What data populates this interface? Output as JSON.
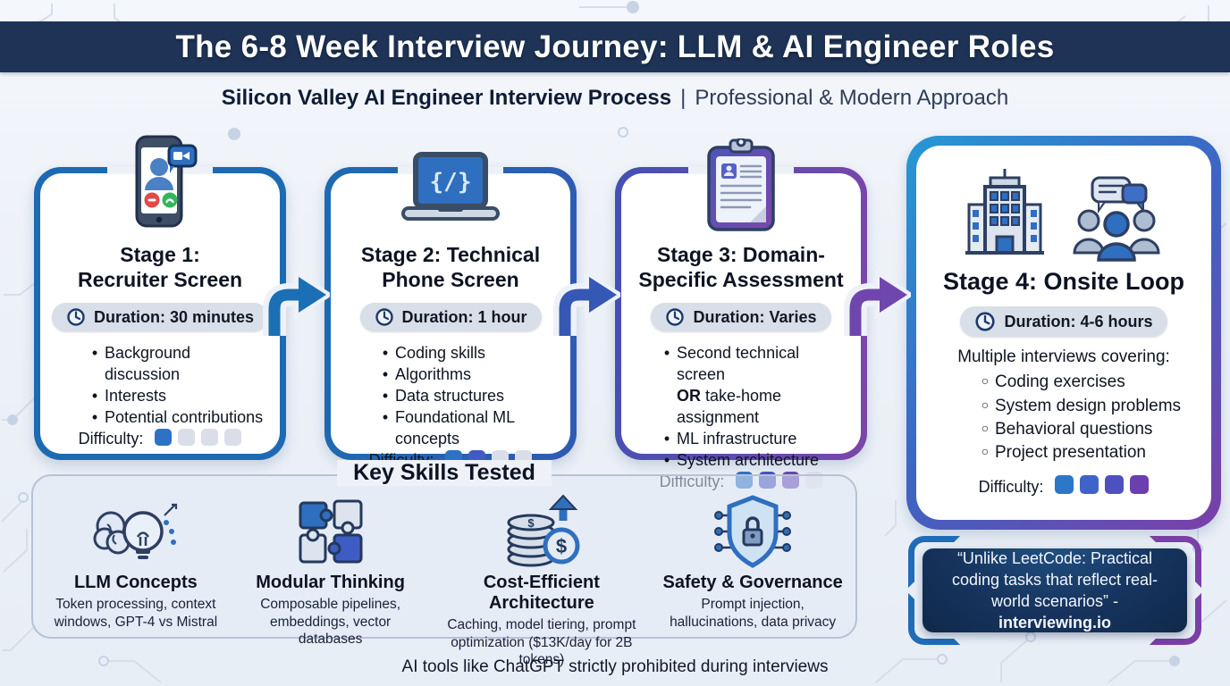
{
  "header": {
    "title": "The 6-8 Week Interview Journey: LLM & AI Engineer Roles"
  },
  "subtitle": {
    "primary": "Silicon Valley AI Engineer Interview Process",
    "separator": "|",
    "secondary": "Professional & Modern Approach"
  },
  "stages": [
    {
      "icon": "phone-video-call-icon",
      "title_lines": [
        "Stage 1:",
        "Recruiter Screen"
      ],
      "duration": "Duration: 30 minutes",
      "bullets": [
        {
          "text": "Background discussion"
        },
        {
          "text": "Interests"
        },
        {
          "text": "Potential contributions"
        }
      ],
      "difficulty_label": "Difficulty:",
      "difficulty_filled": 1,
      "difficulty_total": 4,
      "difficulty_colors": [
        "#2d72c4",
        "#d9dee8",
        "#d9dee8",
        "#d9dee8"
      ]
    },
    {
      "icon": "laptop-code-icon",
      "title_lines": [
        "Stage 2: Technical",
        "Phone Screen"
      ],
      "duration": "Duration: 1 hour",
      "bullets": [
        {
          "text": "Coding skills"
        },
        {
          "text": "Algorithms"
        },
        {
          "text": "Data structures"
        },
        {
          "text": "Foundational ML concepts"
        }
      ],
      "difficulty_label": "Difficulty:",
      "difficulty_filled": 2,
      "difficulty_total": 4,
      "difficulty_colors": [
        "#2d72c4",
        "#3f5cc4",
        "#d9dee8",
        "#d9dee8"
      ]
    },
    {
      "icon": "clipboard-assessment-icon",
      "title_lines": [
        "Stage 3: Domain-",
        "Specific Assessment"
      ],
      "duration": "Duration: Varies",
      "bullets": [
        {
          "text": "Second technical screen"
        },
        {
          "cont": true,
          "bold": "OR",
          "text": "take-home assignment"
        },
        {
          "text": "ML infrastructure"
        },
        {
          "text": "System architecture"
        }
      ],
      "difficulty_label": "Difficulty:",
      "difficulty_filled": 3,
      "difficulty_total": 4,
      "difficulty_colors": [
        "#2d72c4",
        "#4156be",
        "#6647b2",
        "#d9dee8"
      ]
    },
    {
      "icon": "office-building-and-people-icon",
      "title_lines": [
        "Stage 4: Onsite Loop"
      ],
      "duration": "Duration: 4-6 hours",
      "intro": "Multiple interviews covering:",
      "bullets": [
        {
          "text": "Coding exercises"
        },
        {
          "text": "System design problems"
        },
        {
          "text": "Behavioral questions"
        },
        {
          "text": "Project presentation"
        }
      ],
      "difficulty_label": "Difficulty:",
      "difficulty_filled": 4,
      "difficulty_total": 4,
      "difficulty_colors": [
        "#2d77c8",
        "#3f63c8",
        "#4d51bd",
        "#6b3fae"
      ]
    }
  ],
  "skills": {
    "section_title": "Key Skills Tested",
    "items": [
      {
        "icon": "brain-lightbulb-icon",
        "title": "LLM Concepts",
        "desc": "Token processing, context windows, GPT-4 vs Mistral"
      },
      {
        "icon": "puzzle-pieces-icon",
        "title": "Modular Thinking",
        "desc": "Composable pipelines, embeddings, vector databases"
      },
      {
        "icon": "coins-dollar-growth-icon",
        "title": "Cost-Efficient Architecture",
        "desc": "Caching, model tiering, prompt optimization ($13K/day for 2B tokens)"
      },
      {
        "icon": "shield-lock-icon",
        "title": "Safety & Governance",
        "desc": "Prompt injection, hallucinations, data privacy"
      }
    ]
  },
  "quote": {
    "text": "“Unlike LeetCode: Practical coding tasks that reflect real-world scenarios” - ",
    "source": "interviewing.io"
  },
  "footer": {
    "note": "AI tools like ChatGPT strictly prohibited during interviews"
  },
  "glyphs": {
    "code": "{/}",
    "dollar": "$"
  },
  "colors": {
    "header_bg": "#1e3356",
    "card1_border": "#1d6ab2",
    "card3_border_gradient": [
      "#4351b3",
      "#7c46aa"
    ],
    "card4_border_gradient": [
      "#2798d4",
      "#7b3fa8"
    ],
    "arrow_blue": "#1b6fb5",
    "arrow_indigo": "#3558b4",
    "arrow_purple": "#6f46ad",
    "pill_bg": "#d9dfe9",
    "difficulty_empty": "#d9dee8",
    "background": "#eef2f8"
  }
}
